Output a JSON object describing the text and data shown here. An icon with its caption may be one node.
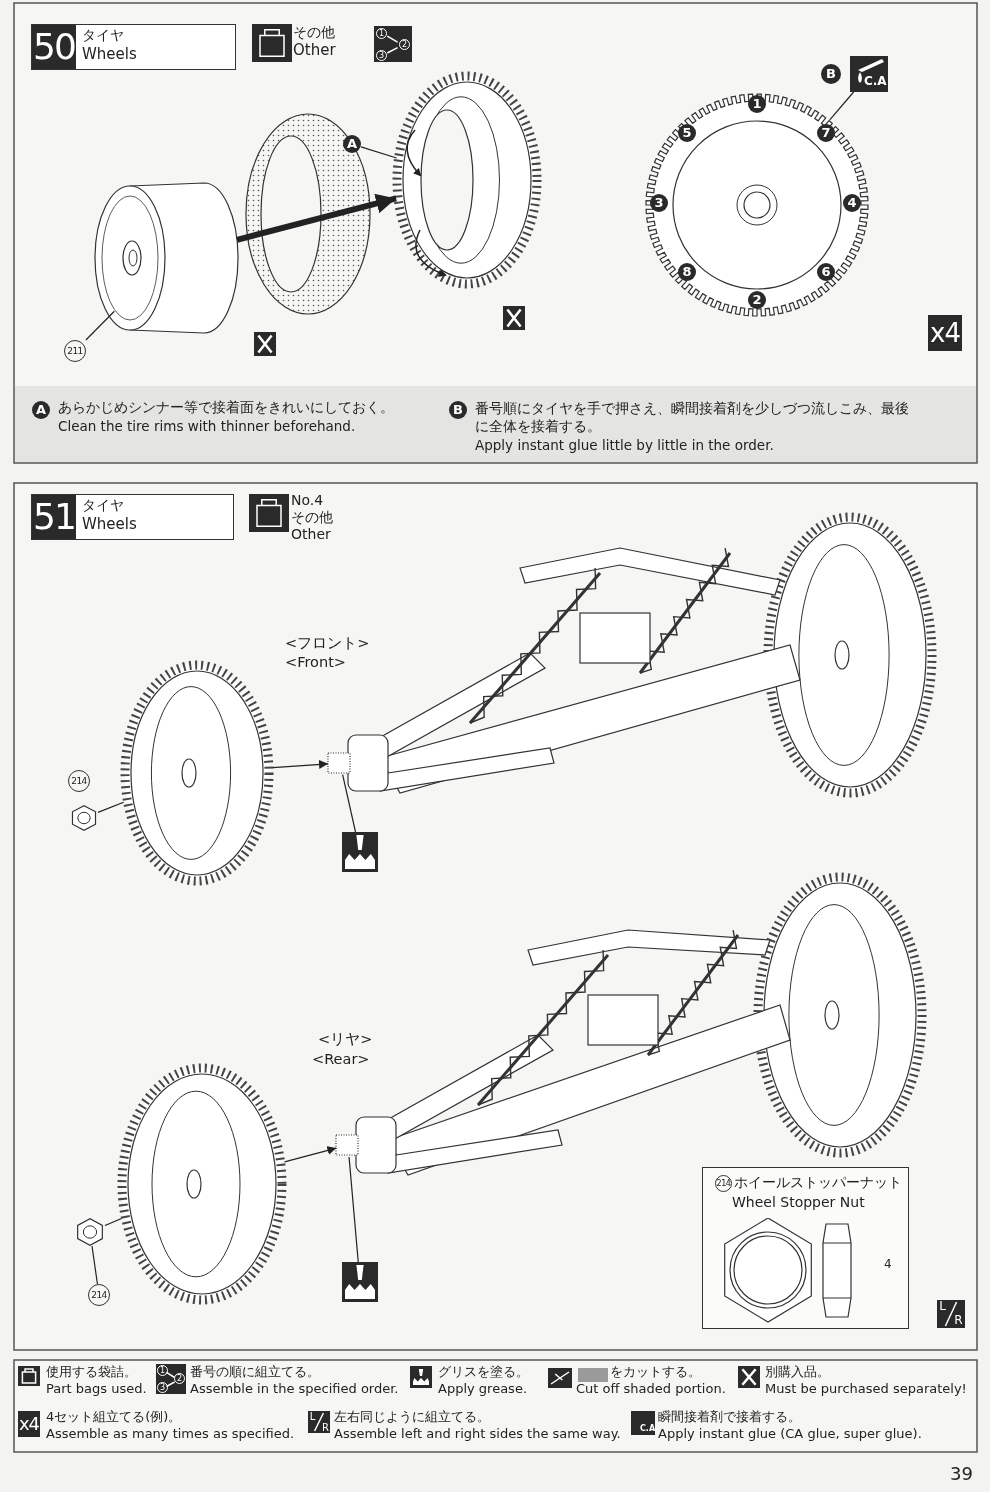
{
  "diagram": {
    "nodes": [
      {
        "text": [
          "50",
          "タイヤ",
          "Wheels"
        ]
      },
      {
        "text": [
          "A"
        ]
      },
      {
        "text": [],
        "shape": "picture"
      },
      {
        "text": [],
        "shape": "picture"
      },
      {
        "text": [
          "211"
        ]
      },
      {
        "text": [
          "B"
        ]
      },
      {
        "text": [
          "C.A"
        ]
      },
      {
        "text": [],
        "shape": "picture"
      },
      {
        "text": [
          "51",
          "タイヤ",
          "Wheels"
        ]
      },
      {
        "text": [],
        "shape": "picture"
      },
      {
        "text": [],
        "shape": "picture"
      },
      {
        "text": [],
        "shape": "picture"
      },
      {
        "text": [],
        "shape": "picture"
      },
      {
        "text": [],
        "shape": "picture"
      },
      {
        "text": [],
        "shape": "picture"
      },
      {
        "text": [],
        "shape": "picture"
      },
      {
        "text": [
          "214"
        ]
      },
      {
        "text": [],
        "shape": "picture"
      },
      {
        "text": [
          "214",
          "ホイールストッパーナット",
          "Wheel Stopper Nut"
        ]
      },
      {
        "text": [
          "214"
        ]
      },
      {
        "text": [
          "x4"
        ]
      },
      {
        "text": [
          "A"
        ]
      },
      {
        "text": [
          "B"
        ]
      }
    ],
    "edges": [
      {
        "from": 1,
        "to": 2,
        "arrow": "none"
      },
      {
        "from": 3,
        "to": 2,
        "arrow": "to",
        "style": "thick"
      },
      {
        "from": 4,
        "to": 3,
        "arrow": "none"
      },
      {
        "from": 6,
        "to": 7,
        "arrow": "none"
      },
      {
        "from": 11,
        "to": 9,
        "arrow": "none"
      },
      {
        "from": 9,
        "to": 10,
        "arrow": "to"
      },
      {
        "from": 12,
        "to": 10,
        "arrow": "none"
      },
      {
        "from": 16,
        "to": 15,
        "arrow": "none"
      },
      {
        "from": 15,
        "to": 13,
        "arrow": "none"
      },
      {
        "from": 13,
        "to": 14,
        "arrow": "to"
      },
      {
        "from": 17,
        "to": 14,
        "arrow": "none"
      }
    ],
    "labels": [
      "その他",
      "Other",
      "1",
      "2",
      "3",
      "1",
      "5",
      "7",
      "3",
      "4",
      "8",
      "6",
      "2",
      "あらかじめシンナー等で接着面をきれいにしておく。",
      "Clean the tire rims with thinner beforehand.",
      "番号順にタイヤを手で押さえ、瞬間接着剤を少しづつ流しこみ、最後に全体を接着する。",
      "Apply instant glue little by little in the order.",
      "No.4",
      "その他",
      "Other",
      "<フロント>",
      "<Front>",
      "<リヤ>",
      "<Rear>",
      "4",
      "L",
      "R",
      "使用する袋詰。",
      "Part bags used.",
      "1",
      "2",
      "3",
      "番号の順に組立てる。",
      "Assemble in the specified order.",
      "グリスを塗る。",
      "Apply grease.",
      "をカットする。",
      "Cut off shaded portion.",
      "別購入品。",
      "Must be purchased separately!",
      "x4",
      "4セット組立てる(例)。",
      "Assemble as many times as specified.",
      "L",
      "R",
      "左右同じように組立てる。",
      "Assemble left and right sides the same way.",
      "C.A",
      "瞬間接着剤で接着する。",
      "Apply instant glue (CA glue, super glue).",
      "39"
    ]
  }
}
